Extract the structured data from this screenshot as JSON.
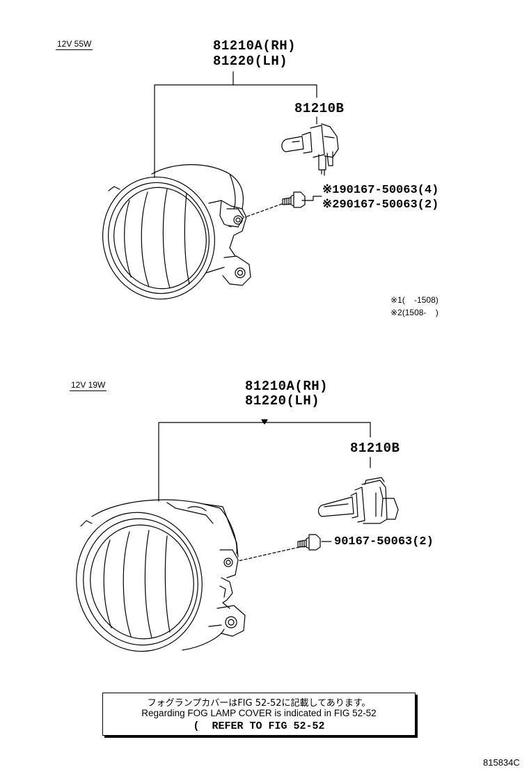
{
  "upper": {
    "spec": "12V 55W",
    "assembly_rh": "81210A(RH)",
    "assembly_lh": "81220(LH)",
    "bulb": "81210B",
    "bolt1": "※190167-50063(4)",
    "bolt2": "※290167-50063(2)",
    "note1": "※1(    -1508)",
    "note2": "※2(1508-    )"
  },
  "lower": {
    "spec": "12V 19W",
    "assembly_rh": "81210A(RH)",
    "assembly_lh": "81220(LH)",
    "bulb": "81210B",
    "bolt": "90167-50063(2)"
  },
  "notice": {
    "japanese": "フォグランプカバーはFIG 52-52に記載してあります。",
    "english": "Regarding FOG LAMP COVER is indicated in FIG 52-52",
    "refer": "(  REFER TO FIG 52-52"
  },
  "figure_code": "815834C"
}
